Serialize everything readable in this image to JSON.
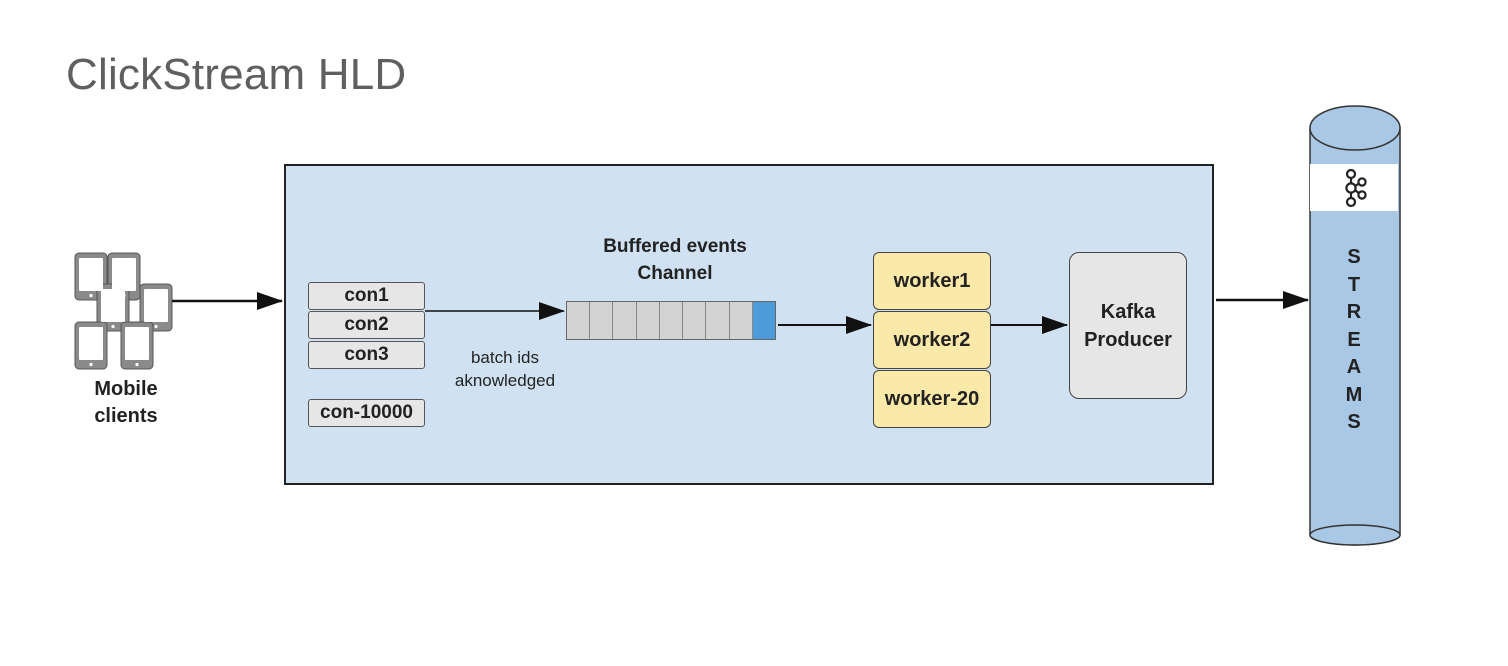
{
  "title": "ClickStream HLD",
  "clients": {
    "label_line1": "Mobile",
    "label_line2": "clients",
    "icon": "mobile-devices-icon"
  },
  "connections": [
    "con1",
    "con2",
    "con3",
    "con-10000"
  ],
  "buffer": {
    "title_line1": "Buffered  events",
    "title_line2": "Channel",
    "slots": 9,
    "filled_color": "#4f9bd9"
  },
  "ack_note": {
    "line1": "batch ids",
    "line2": "aknowledged"
  },
  "workers": [
    "worker1",
    "worker2",
    "worker-20"
  ],
  "producer": {
    "line1": "Kafka",
    "line2": "Producer"
  },
  "streams": {
    "letters": [
      "S",
      "T",
      "R",
      "E",
      "A",
      "M",
      "S"
    ],
    "icon": "kafka-icon"
  },
  "colors": {
    "container": "#d0e2f2",
    "worker": "#fbe9a9",
    "connection": "#e6e6e6",
    "cylinder": "#a8c8e6",
    "title": "#5f5f5f"
  }
}
